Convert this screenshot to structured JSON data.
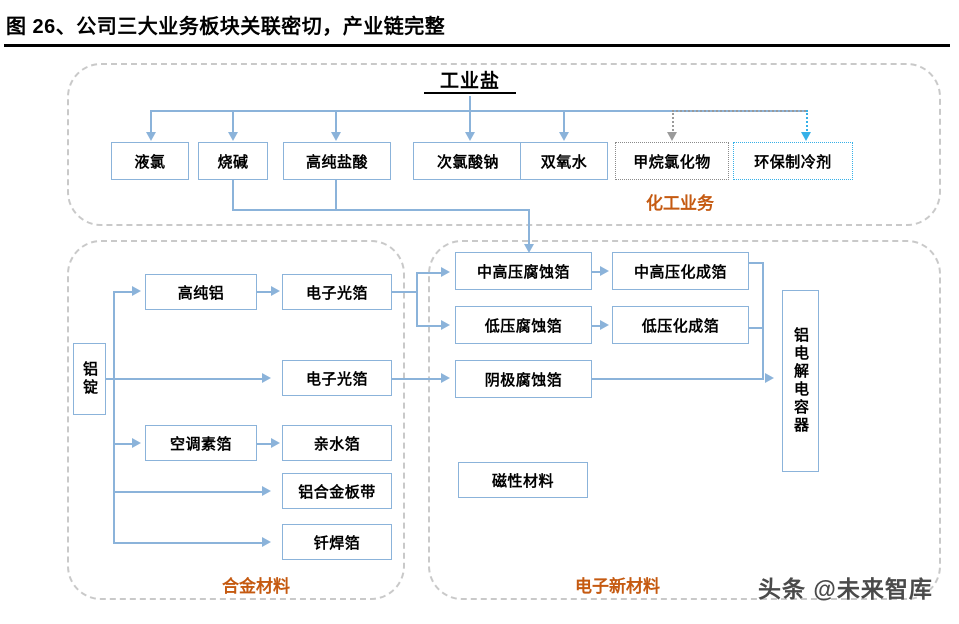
{
  "figure": {
    "title": "图 26、公司三大业务板块关联密切，产业链完整",
    "watermark": "头条 @未来智库"
  },
  "panels": {
    "chemical": {
      "label": "化工业务",
      "accent_color": "#c55a11"
    },
    "alloy": {
      "label": "合金材料",
      "accent_color": "#c55a11"
    },
    "electronic": {
      "label": "电子新材料",
      "accent_color": "#c55a11"
    }
  },
  "colors": {
    "box_border": "#8bb3da",
    "connector": "#8bb3da",
    "panel_border": "#c9c9c9",
    "dashed_gray": "#8a8a8a",
    "dashed_blue": "#35b0e8",
    "label_orange": "#c55a11"
  },
  "nodes": {
    "root": "工业盐",
    "chemical": [
      {
        "id": "yelv",
        "label": "液氯",
        "style": "solid"
      },
      {
        "id": "shaojian",
        "label": "烧碱",
        "style": "solid"
      },
      {
        "id": "yansuan",
        "label": "高纯盐酸",
        "style": "solid"
      },
      {
        "id": "cilv",
        "label": "次氯酸钠",
        "style": "solid"
      },
      {
        "id": "shuangyang",
        "label": "双氧水",
        "style": "solid"
      },
      {
        "id": "jiawan",
        "label": "甲烷氯化物",
        "style": "dashed-gray"
      },
      {
        "id": "zhileng",
        "label": "环保制冷剂",
        "style": "dashed-blue"
      }
    ],
    "alloy": [
      {
        "id": "ludi",
        "label": "铝锭",
        "orientation": "vertical"
      },
      {
        "id": "gaochunlv",
        "label": "高纯铝",
        "orientation": "horizontal"
      },
      {
        "id": "dianzi1",
        "label": "电子光箔",
        "orientation": "horizontal"
      },
      {
        "id": "dianzi2",
        "label": "电子光箔",
        "orientation": "horizontal"
      },
      {
        "id": "kongtiao",
        "label": "空调素箔",
        "orientation": "horizontal"
      },
      {
        "id": "qinshui",
        "label": "亲水箔",
        "orientation": "horizontal"
      },
      {
        "id": "bandai",
        "label": "铝合金板带",
        "orientation": "horizontal"
      },
      {
        "id": "qianhan",
        "label": "钎焊箔",
        "orientation": "horizontal"
      }
    ],
    "electronic": [
      {
        "id": "zhonggaoya_fushi",
        "label": "中高压腐蚀箔",
        "orientation": "horizontal"
      },
      {
        "id": "zhonggaoya_huacheng",
        "label": "中高压化成箔",
        "orientation": "horizontal"
      },
      {
        "id": "diya_fushi",
        "label": "低压腐蚀箔",
        "orientation": "horizontal"
      },
      {
        "id": "diya_huacheng",
        "label": "低压化成箔",
        "orientation": "horizontal"
      },
      {
        "id": "yinji_fushi",
        "label": "阴极腐蚀箔",
        "orientation": "horizontal"
      },
      {
        "id": "cixing",
        "label": "磁性材料",
        "orientation": "horizontal"
      },
      {
        "id": "dianrongqi",
        "label": "铝电解电容器",
        "orientation": "vertical"
      }
    ]
  },
  "flows": [
    {
      "from": "工业盐",
      "to": "液氯"
    },
    {
      "from": "工业盐",
      "to": "烧碱"
    },
    {
      "from": "工业盐",
      "to": "高纯盐酸"
    },
    {
      "from": "工业盐",
      "to": "次氯酸钠"
    },
    {
      "from": "工业盐",
      "to": "双氧水"
    },
    {
      "from": "工业盐",
      "to": "甲烷氯化物"
    },
    {
      "from": "工业盐",
      "to": "环保制冷剂"
    },
    {
      "from": "烧碱",
      "to": "中高压腐蚀箔"
    },
    {
      "from": "高纯盐酸",
      "to": "中高压腐蚀箔"
    },
    {
      "from": "铝锭",
      "to": "高纯铝"
    },
    {
      "from": "铝锭",
      "to": "电子光箔"
    },
    {
      "from": "铝锭",
      "to": "空调素箔"
    },
    {
      "from": "铝锭",
      "to": "铝合金板带"
    },
    {
      "from": "铝锭",
      "to": "钎焊箔"
    },
    {
      "from": "高纯铝",
      "to": "电子光箔"
    },
    {
      "from": "空调素箔",
      "to": "亲水箔"
    },
    {
      "from": "电子光箔",
      "to": "中高压腐蚀箔"
    },
    {
      "from": "电子光箔",
      "to": "低压腐蚀箔"
    },
    {
      "from": "电子光箔",
      "to": "阴极腐蚀箔"
    },
    {
      "from": "中高压腐蚀箔",
      "to": "中高压化成箔"
    },
    {
      "from": "低压腐蚀箔",
      "to": "低压化成箔"
    },
    {
      "from": "中高压化成箔",
      "to": "铝电解电容器"
    },
    {
      "from": "低压化成箔",
      "to": "铝电解电容器"
    },
    {
      "from": "阴极腐蚀箔",
      "to": "铝电解电容器"
    }
  ]
}
